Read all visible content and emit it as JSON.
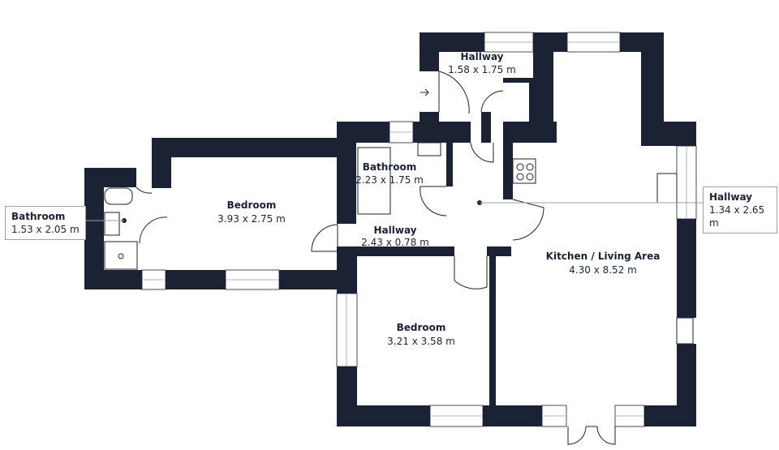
{
  "rooms": [
    {
      "name": "Hallway",
      "dims": "1.58 x 1.75 m"
    },
    {
      "name": "Bathroom",
      "dims": "2.23 x 1.75 m"
    },
    {
      "name": "Bedroom",
      "dims": "3.93 x 2.75 m"
    },
    {
      "name": "Hallway",
      "dims": "2.43 x 0.78 m"
    },
    {
      "name": "Kitchen / Living Area",
      "dims": "4.30 x 8.52 m"
    },
    {
      "name": "Bedroom",
      "dims": "3.21 x 3.58 m"
    }
  ],
  "callouts": [
    {
      "name": "Bathroom",
      "dims": "1.53 x 2.05 m"
    },
    {
      "name": "Hallway",
      "dims": "1.34 x 2.65 m"
    }
  ],
  "colors": {
    "wall": "#1b2233",
    "background": "#ffffff"
  }
}
